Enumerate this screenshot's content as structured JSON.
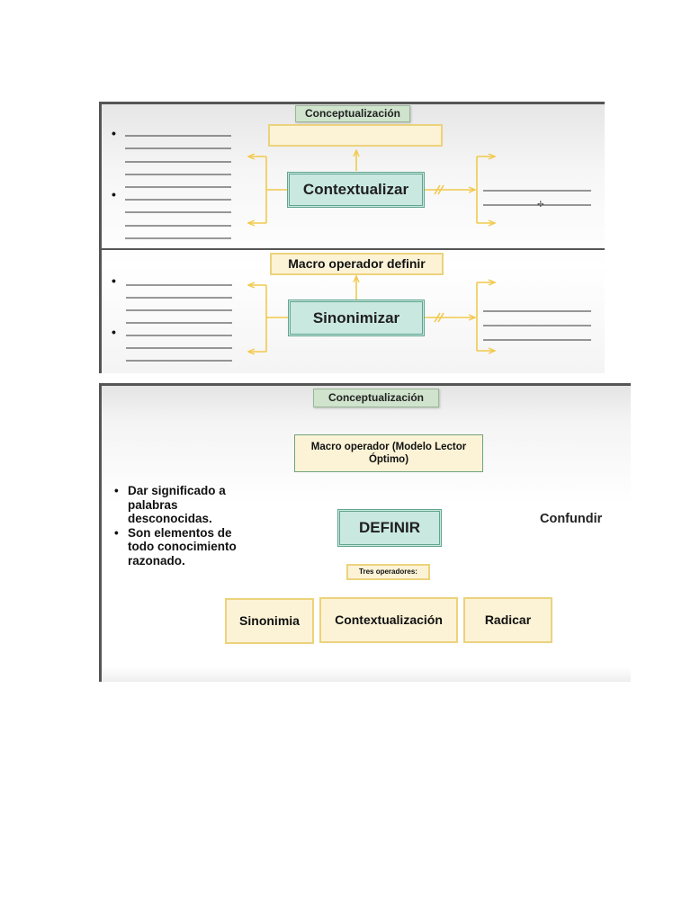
{
  "panel1": {
    "header": "Conceptualización",
    "center": "Contextualizar"
  },
  "panel2": {
    "top_box": "Macro operador definir",
    "center": "Sinonimizar"
  },
  "panel3": {
    "header": "Conceptualización",
    "top_box": "Macro operador (Modelo Lector Óptimo)",
    "center": "DEFINIR",
    "bullets": [
      "Dar significado a palabras desconocidas.",
      "Son elementos de todo conocimiento razonado."
    ],
    "right_label": "Confundir",
    "sub_label": "Tres operadores:",
    "operators": [
      "Sinonimia",
      "Contextualización",
      "Radicar"
    ]
  },
  "colors": {
    "connector": "#f2c94c",
    "green_header": "#cfe3cd",
    "teal_box": "#c9e8e0",
    "yellow_box": "#fcf3d6"
  }
}
